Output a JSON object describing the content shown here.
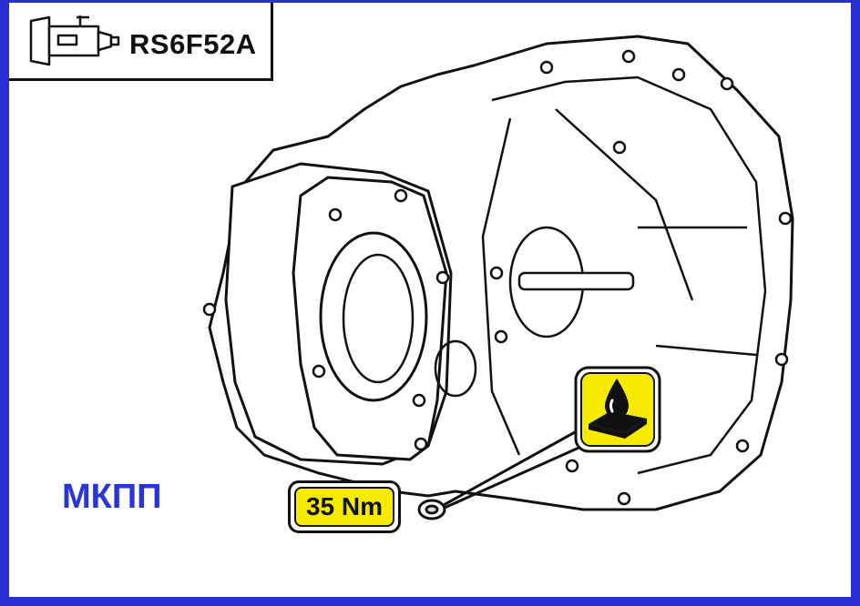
{
  "header": {
    "model": "RS6F52A",
    "icon": "gearbox-icon"
  },
  "label": {
    "text": "МКПП"
  },
  "torque": {
    "value": "35 Nm"
  },
  "oil_icon": "oil-drop-icon",
  "colors": {
    "border": "#2a2fd1",
    "label": "#2a35d6",
    "highlight": "#f6eb00",
    "line": "#111111"
  }
}
